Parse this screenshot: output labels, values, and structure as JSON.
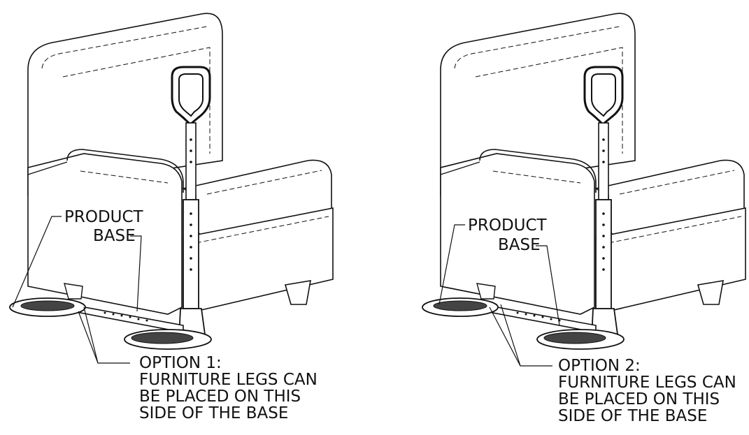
{
  "figure_left": {
    "label_product_line1": "PRODUCT",
    "label_product_line2": "BASE",
    "option_title": "OPTION 1:",
    "option_lines": [
      "FURNITURE LEGS CAN",
      "BE PLACED ON THIS",
      "SIDE OF THE BASE"
    ]
  },
  "figure_right": {
    "label_product_line1": "PRODUCT",
    "label_product_line2": "BASE",
    "option_title": "OPTION 2:",
    "option_lines": [
      "FURNITURE LEGS CAN",
      "BE PLACED ON THIS",
      "SIDE OF THE BASE"
    ]
  },
  "colors": {
    "line": "#111111",
    "fill": "#ffffff",
    "shade": "#555555"
  }
}
